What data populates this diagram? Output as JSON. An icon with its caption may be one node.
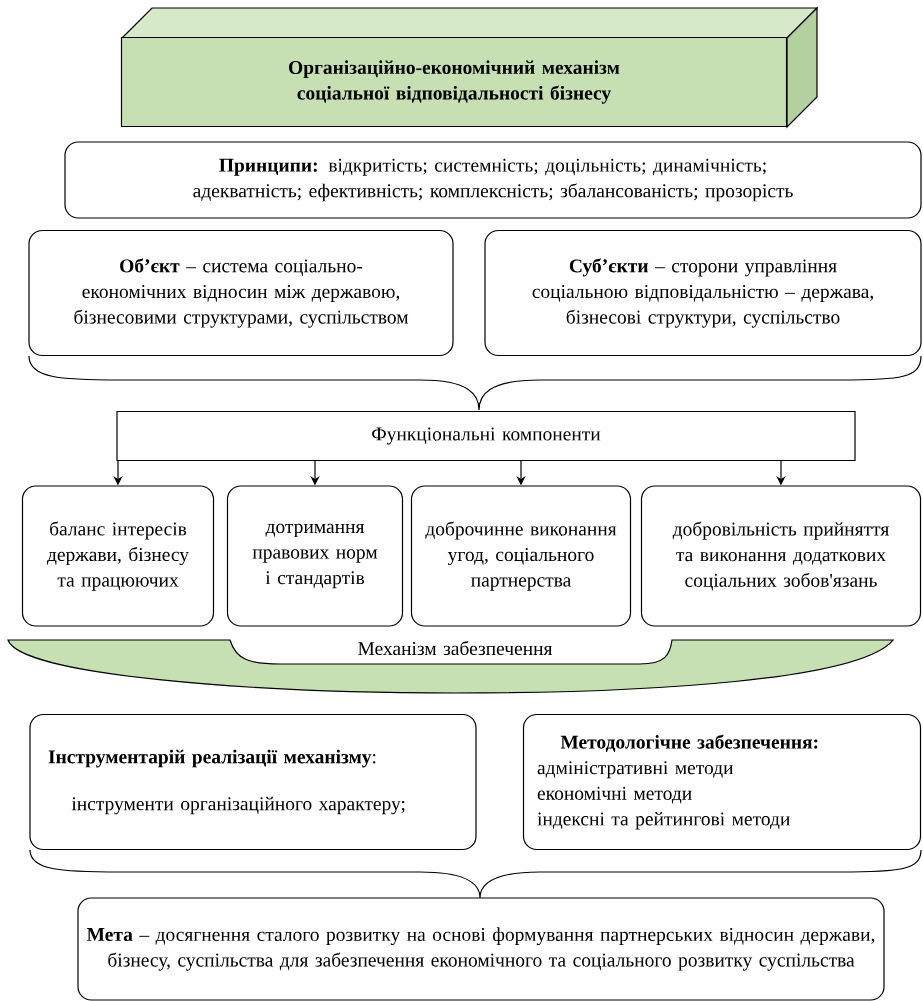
{
  "diagram": {
    "nodes": [
      {
        "text": [
          "Організаційно-економічний механізм соціальної відповідальності бізнесу"
        ]
      },
      {
        "text": [
          "**Принципи:** відкритість; системність; доцільність; динамічність; адекватність; ефективність; комплексність; збалансованість; прозорість"
        ]
      },
      {
        "text": [
          "**Об’єкт** – система соціально-економічних відносин між державою, бізнесовими структурами, суспільством"
        ]
      },
      {
        "text": [
          "**Суб’єкти** – сторони управління соціальною відповідальністю – держава, бізнесові структури, суспільство"
        ]
      },
      {
        "text": [
          "Функціональні компоненти"
        ]
      },
      {
        "text": [
          "баланс інтересів держави, бізнесу та працюючих"
        ]
      },
      {
        "text": [
          "дотримання правових норм і стандартів"
        ]
      },
      {
        "text": [
          "доброчинне виконання угод, соціального партнерства"
        ]
      },
      {
        "text": [
          "добровільність прийняття та виконання додаткових соціальних зобов'язань"
        ]
      },
      {
        "text": [
          "Механізм забезпечення"
        ]
      },
      {
        "text": [
          "**Інструментарій реалізації механізму**:",
          "інструменти організаційного характеру;"
        ]
      },
      {
        "text": [
          "Методологічне забезпечення:",
          "адміністративні методи",
          "економічні методи",
          "індексні та рейтингові методи"
        ]
      },
      {
        "text": [
          "**Мета** – досягнення сталого розвитку на основі формування партнерських відносин держави, бізнесу, суспільства для забезпечення економічного та соціального розвитку суспільства"
        ]
      }
    ],
    "edges": [
      {
        "from": 4,
        "to": 5,
        "arrow": "to"
      },
      {
        "from": 4,
        "to": 6,
        "arrow": "to"
      },
      {
        "from": 4,
        "to": 7,
        "arrow": "to"
      },
      {
        "from": 4,
        "to": 8,
        "arrow": "to"
      }
    ]
  }
}
